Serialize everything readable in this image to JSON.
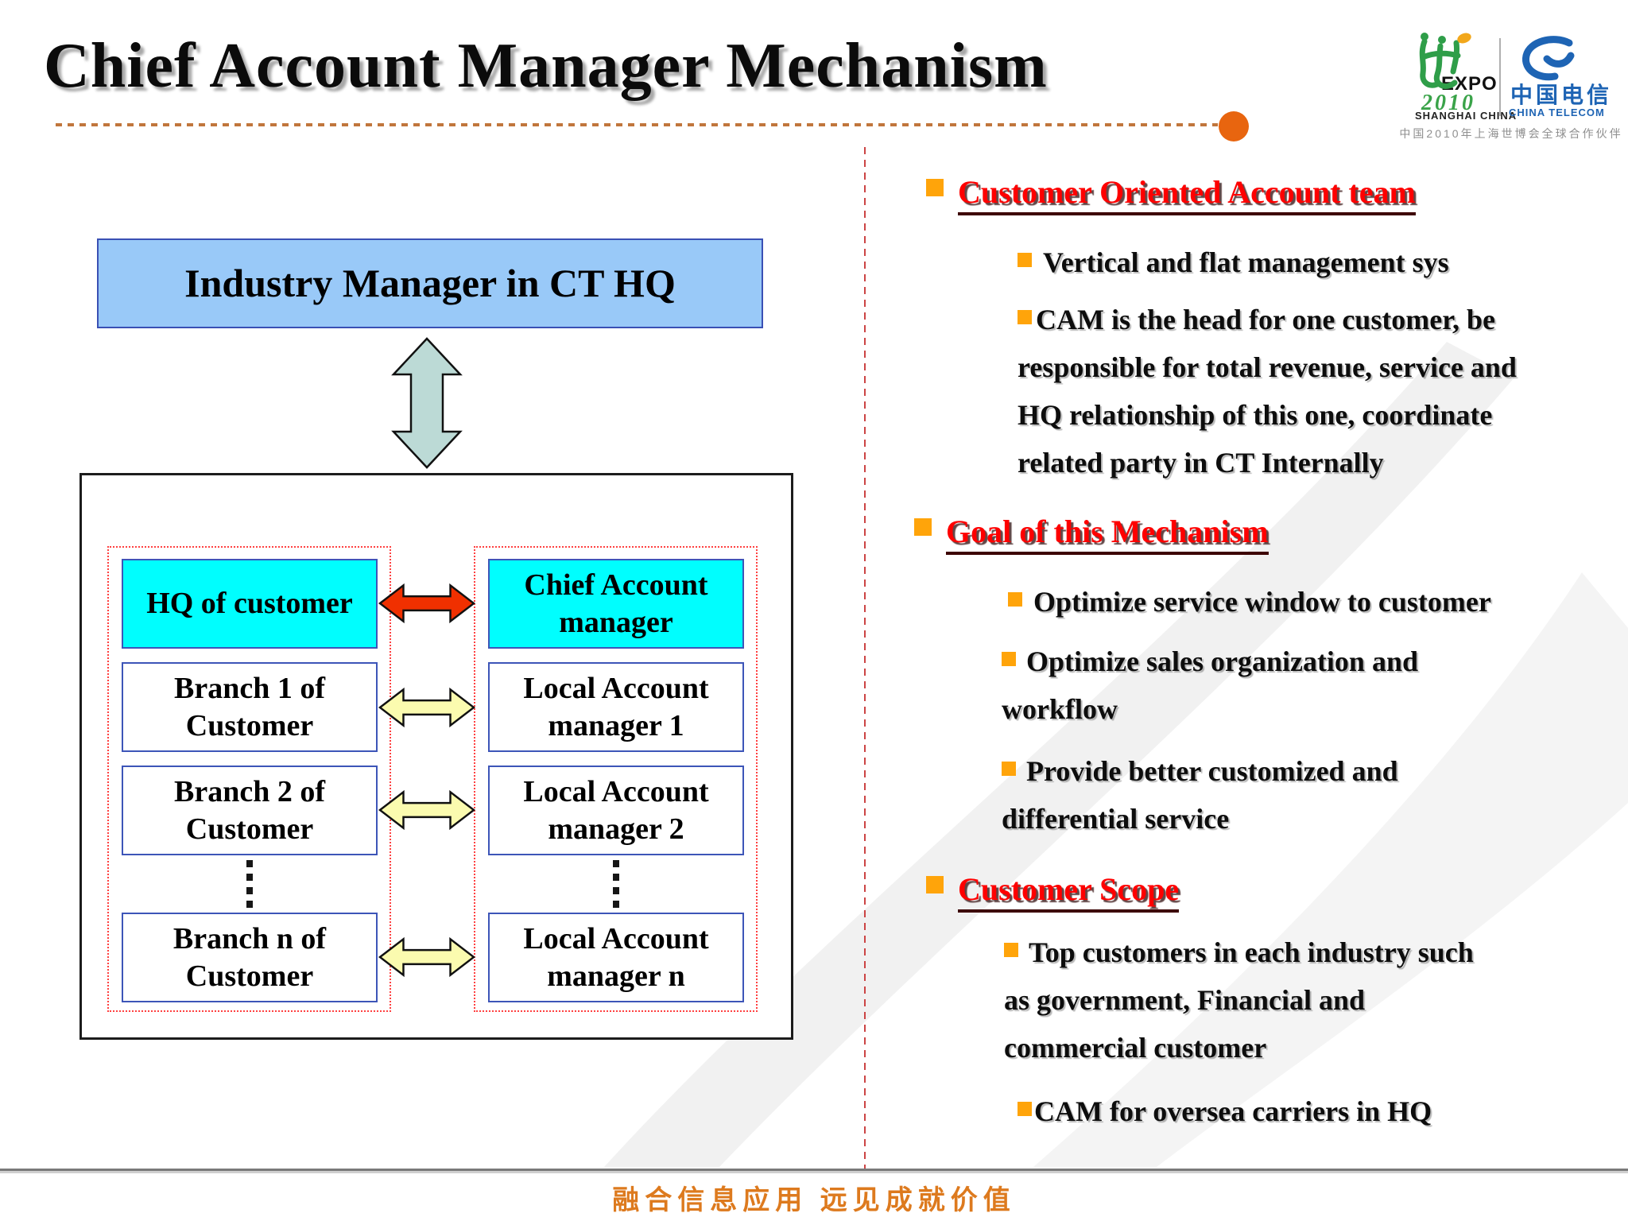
{
  "slide": {
    "title": "Chief Account Manager Mechanism",
    "footer_slogan": "融合信息应用  远见成就价值"
  },
  "logos": {
    "expo": {
      "expo_text": "EXPO",
      "year": "2010",
      "city": "SHANGHAI CHINA"
    },
    "telecom": {
      "cn": "中国电信",
      "en": "CHINA TELECOM"
    },
    "caption": "中国2010年上海世博会全球合作伙伴"
  },
  "diagram": {
    "top_box": "Industry Manager in CT HQ",
    "left_column": {
      "hq_box": "HQ of customer",
      "branches": [
        [
          "Branch 1 of",
          "Customer"
        ],
        [
          "Branch 2 of",
          "Customer"
        ],
        [
          "Branch n of",
          "Customer"
        ]
      ]
    },
    "right_column": {
      "cam_box": [
        "Chief Account",
        "manager"
      ],
      "managers": [
        [
          "Local Account",
          "manager 1"
        ],
        [
          "Local Account",
          "manager 2"
        ],
        [
          "Local Account",
          "manager n"
        ]
      ]
    }
  },
  "panel": {
    "sections": [
      {
        "heading": "Customer Oriented Account team",
        "items": [
          {
            "lines": [
              "Vertical and flat management sys"
            ]
          },
          {
            "lines": [
              "CAM is the head for one customer, be",
              "responsible for total revenue, service and",
              "HQ relationship of this one, coordinate",
              "related party in CT Internally"
            ]
          }
        ]
      },
      {
        "heading": "Goal of  this Mechanism",
        "items": [
          {
            "lines": [
              "Optimize service window to customer"
            ]
          },
          {
            "lines": [
              "Optimize sales organization and",
              "workflow"
            ]
          },
          {
            "lines": [
              "Provide better customized and",
              "differential service"
            ]
          }
        ]
      },
      {
        "heading": "Customer Scope",
        "items": [
          {
            "lines": [
              "Top customers in each industry such",
              "as government, Financial and",
              "commercial customer"
            ]
          },
          {
            "lines": [
              "CAM for oversea carriers in HQ"
            ]
          }
        ]
      }
    ]
  },
  "colors": {
    "accent_orange": "#ffa40a",
    "heading_red": "#fe0000",
    "cyan_box": "#00fefe",
    "blue_box": "#99c9f8",
    "red_arrow": "#f03000",
    "yellow_arrow": "#fbfbaf",
    "teal_arrow": "#bcdad6",
    "telecom_blue": "#1e64b4",
    "expo_green": "#2f9e49",
    "slogan_orange": "#dd7a1e"
  }
}
